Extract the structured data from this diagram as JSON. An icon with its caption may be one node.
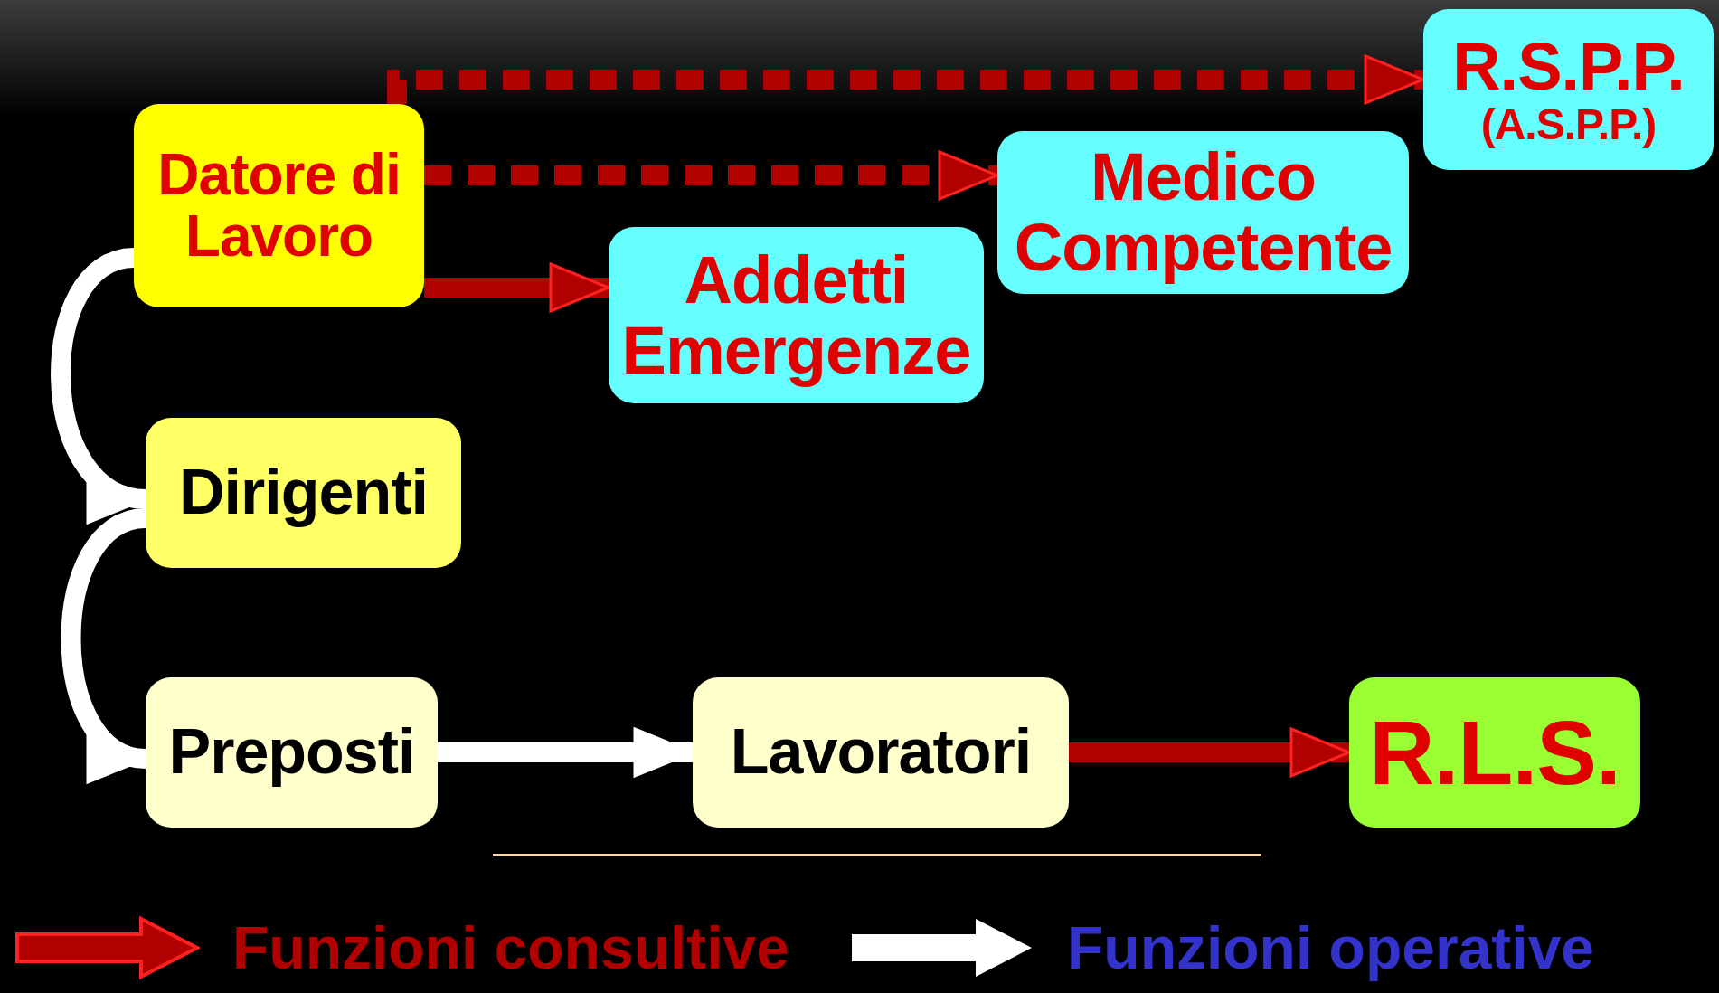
{
  "diagram": {
    "nodes": [
      {
        "text": [
          "Datore di Lavoro"
        ]
      },
      {
        "text": [
          "R.S.P.P.",
          "(A.S.P.P.)"
        ]
      },
      {
        "text": [
          "Medico Competente"
        ]
      },
      {
        "text": [
          "Addetti Emergenze"
        ]
      },
      {
        "text": [
          "Dirigenti"
        ]
      },
      {
        "text": [
          "Preposti"
        ]
      },
      {
        "text": [
          "Lavoratori"
        ]
      },
      {
        "text": [
          "R.L.S."
        ]
      }
    ],
    "edges": [
      {
        "from": 0,
        "to": 1,
        "arrow": "to",
        "style": "dashed"
      },
      {
        "from": 0,
        "to": 2,
        "arrow": "to",
        "style": "dashed"
      },
      {
        "from": 0,
        "to": 3,
        "arrow": "to"
      },
      {
        "from": 0,
        "to": 4,
        "arrow": "to",
        "color": "#ffffff"
      },
      {
        "from": 4,
        "to": 5,
        "arrow": "to",
        "color": "#ffffff"
      },
      {
        "from": 5,
        "to": 6,
        "arrow": "to",
        "color": "#ffffff"
      },
      {
        "from": 6,
        "to": 7,
        "arrow": "to"
      }
    ],
    "legend": [
      {
        "text": "Funzioni consultive"
      },
      {
        "text": "Funzioni operative"
      }
    ]
  }
}
